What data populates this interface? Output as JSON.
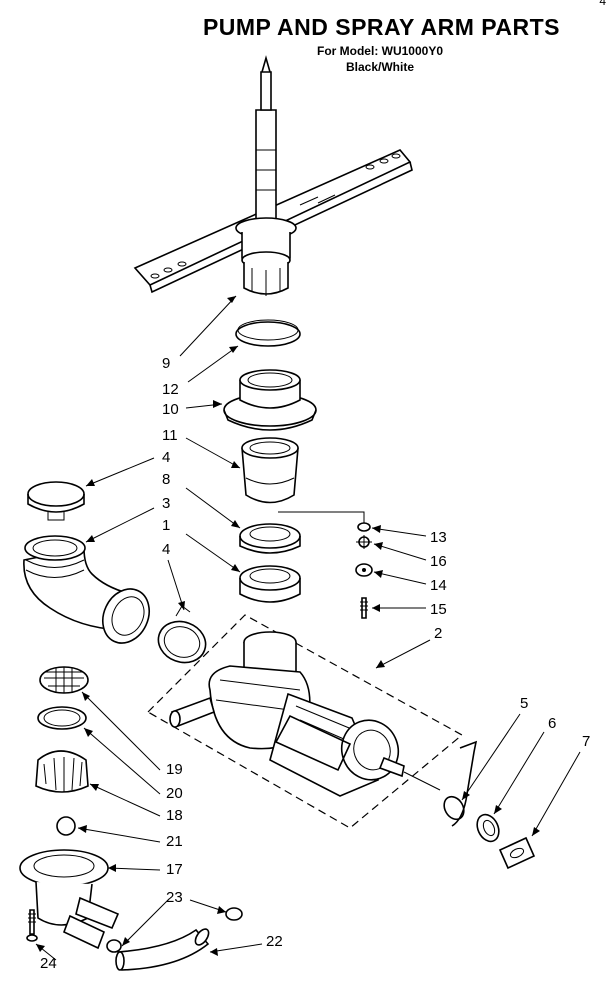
{
  "header": {
    "title": "PUMP AND SPRAY ARM PARTS",
    "model_line": "For Model: WU1000Y0",
    "color_line": "Black/White",
    "corner_mark": "4"
  },
  "callouts": [
    {
      "id": "c9",
      "label": "9"
    },
    {
      "id": "c12",
      "label": "12"
    },
    {
      "id": "c10",
      "label": "10"
    },
    {
      "id": "c11",
      "label": "11"
    },
    {
      "id": "c4a",
      "label": "4"
    },
    {
      "id": "c8",
      "label": "8"
    },
    {
      "id": "c3",
      "label": "3"
    },
    {
      "id": "c1",
      "label": "1"
    },
    {
      "id": "c4b",
      "label": "4"
    },
    {
      "id": "c13",
      "label": "13"
    },
    {
      "id": "c16",
      "label": "16"
    },
    {
      "id": "c14",
      "label": "14"
    },
    {
      "id": "c15",
      "label": "15"
    },
    {
      "id": "c2",
      "label": "2"
    },
    {
      "id": "c5",
      "label": "5"
    },
    {
      "id": "c6",
      "label": "6"
    },
    {
      "id": "c7",
      "label": "7"
    },
    {
      "id": "c19",
      "label": "19"
    },
    {
      "id": "c20",
      "label": "20"
    },
    {
      "id": "c18",
      "label": "18"
    },
    {
      "id": "c21",
      "label": "21"
    },
    {
      "id": "c17",
      "label": "17"
    },
    {
      "id": "c23",
      "label": "23"
    },
    {
      "id": "c22",
      "label": "22"
    },
    {
      "id": "c24",
      "label": "24"
    }
  ]
}
